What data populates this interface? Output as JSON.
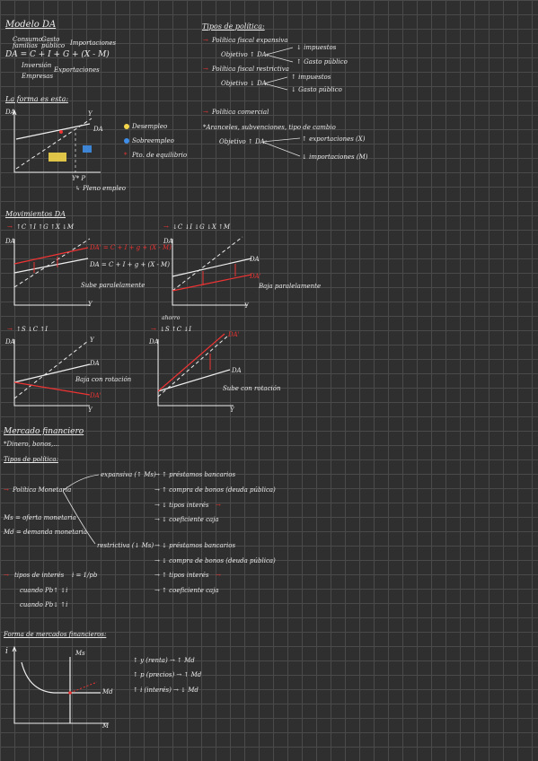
{
  "title": "Modelo DA",
  "da": {
    "consumo": "Consumo",
    "gasto": "Gasto",
    "familias": "familias",
    "publico": "público",
    "importaciones": "Importaciones",
    "equation": "DA = C + I + G + (X - M)",
    "inversion": "Inversión",
    "empresas": "Empresas",
    "exportaciones": "Exportaciones"
  },
  "tipos_politica": {
    "title": "Tipos de política:",
    "fiscal_exp": "Política fiscal expansiva",
    "obj_up": "Objetivo ↑ DA:",
    "imp_down": "↓ impuestos",
    "gasto_up": "↑ Gasto público",
    "fiscal_res": "Política fiscal restrictiva",
    "obj_down": "Objetivo ↓ DA:",
    "imp_up": "↑ impuestos",
    "gasto_down": "↓ Gasto público",
    "comercial": "Política comercial",
    "aranceles": "*Aranceles, subvenciones, tipo de cambio",
    "obj_up2": "Objetivo ↑ DA:",
    "export_up": "↑ exportaciones (X)",
    "import_down": "↓ importaciones (M)"
  },
  "forma": {
    "title": "La forma es esta:",
    "axis_y": "DA",
    "label_line": "DA",
    "label_45": "Y",
    "label_yp": "Y* P",
    "pleno": "↳ Pleno empleo",
    "legend": [
      {
        "label": "Desempleo",
        "color": "#f2d54a"
      },
      {
        "label": "Sobreempleo",
        "color": "#3f8ee8"
      },
      {
        "label": "Pto. de equilibrio",
        "color": "#e33"
      }
    ]
  },
  "movimientos": {
    "title": "Movimientos DA",
    "graph1": {
      "header": "↑C ↑I ↑G ↑X ↓M",
      "axis": "DA",
      "new_line": "DA' = C + I + g + (X - M)",
      "old_line": "DA = C + I + g + (X - M)",
      "caption": "Sube paralelamente",
      "yl": "Y"
    },
    "graph2": {
      "header": "↓C ↓I ↓G ↓X ↑M",
      "axis": "DA",
      "new_line": "DA'",
      "old_line": "DA",
      "caption": "Baja paralelamente",
      "yl": "Y"
    },
    "graph3": {
      "header": "↑S ↓C ↑I",
      "axis": "DA",
      "new_line": "DA'",
      "old_line": "DA",
      "caption": "Baja con rotación",
      "yl": "Y"
    },
    "graph4": {
      "header": "↓S ↑C ↓I",
      "header_note": "ahorro",
      "axis": "DA",
      "new_line": "DA'",
      "old_line": "DA",
      "caption": "Sube con rotación",
      "yl": "Y"
    }
  },
  "mercado": {
    "title": "Mercado financiero",
    "dinero": "*Dinero, bonos,...",
    "tipos": "Tipos de política:",
    "monetaria": "Política Monetaria",
    "ms": "Ms = oferta monetaria",
    "md": "Md = demanda monetaria",
    "expansiva": "expansiva (↑ Ms)",
    "exp_items": [
      "→ ↑ préstamos bancarios",
      "→ ↑ compra de bonos (deuda pública)",
      "→ ↓ tipos interés",
      "→ ↓ coeficiente caja"
    ],
    "restrictiva": "restrictiva (↓ Ms)",
    "res_items": [
      "→ ↓ préstamos bancarios",
      "→ ↓ compra de bonos (deuda pública)",
      "→ ↑ tipos interés",
      "→ ↑ coeficiente caja"
    ],
    "tipos_interes": "tipos de interés",
    "formula": "i = 1/pb",
    "cuando1": "cuando Pb↑ ↓i",
    "cuando2": "cuando Pb↓ ↑i"
  },
  "forma_mf": {
    "title": "Forma de mercados financieros:",
    "axis_i": "i",
    "axis_m": "M",
    "ms": "Ms",
    "md": "Md",
    "notes": [
      "↑ y (renta) → ↑ Md",
      "↑ p (precios) → ↑ Md",
      "↑ i (interés) → ↓ Md"
    ]
  }
}
